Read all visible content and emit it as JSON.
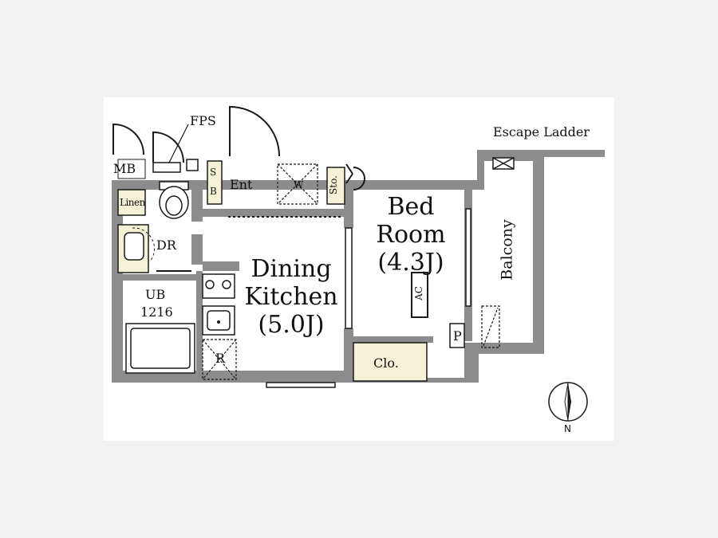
{
  "colors": {
    "wall": "#8c8c8c",
    "fixture_fill": "#f5f1d6",
    "line": "#1a1a1a",
    "sheet": "#ffffff",
    "page_background": "#f2f2f2"
  },
  "labels": {
    "fps": "FPS",
    "mb": "MB",
    "escape_ladder": "Escape Ladder",
    "sb_s": "S",
    "sb_b": "B",
    "entrance": "Ent",
    "washer": "W",
    "storage": "Sto.",
    "linen": "Linen",
    "dressing_room": "DR",
    "unit_bath_line1": "UB",
    "unit_bath_line2": "1216",
    "dining_kitchen_line1": "Dining",
    "dining_kitchen_line2": "Kitchen",
    "dining_kitchen_line3": "(5.0J)",
    "bedroom_line1": "Bed",
    "bedroom_line2": "Room",
    "bedroom_line3": "(4.3J)",
    "air_conditioner": "AC",
    "balcony": "Balcony",
    "pipe_space": "P",
    "closet": "Clo.",
    "refrigerator": "R",
    "compass_north": "N"
  },
  "icons": {
    "compass": "north-arrow-icon",
    "toilet": "toilet-icon",
    "sink": "sink-icon",
    "stove": "stove-icon",
    "bathtub": "bathtub-icon"
  }
}
